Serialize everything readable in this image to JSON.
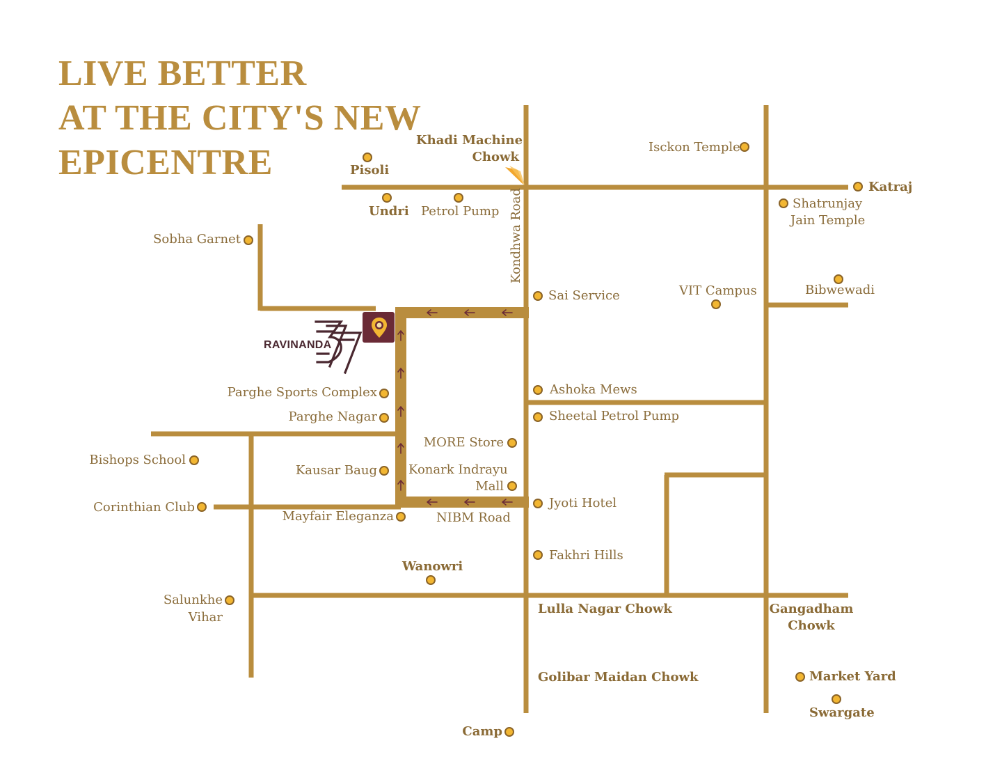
{
  "headline": [
    "LIVE BETTER",
    "AT THE CITY'S NEW",
    "EPICENTRE"
  ],
  "project": {
    "name": "RAVINANDA",
    "number": "37"
  },
  "colors": {
    "road": "#b98d3e",
    "route": "#b98d3e",
    "marker": "#f2b632",
    "marker_border": "#8a6327",
    "text": "#8a6c3a",
    "logo": "#6a2a36"
  },
  "icons": {
    "project_marker": "map-pin-icon",
    "landmark": "location-dot-icon",
    "route_arrow": "arrow-icon"
  },
  "roads": {
    "kondhwa": "Kondhwa Road",
    "nibm": "NIBM Road"
  },
  "places": {
    "pisoli": "Pisoli",
    "khadi": "Khadi Machine",
    "khadi2": "Chowk",
    "isckon": "Isckon Temple",
    "katraj": "Katraj",
    "undri": "Undri",
    "petrol": "Petrol Pump",
    "shatrunjay": "Shatrunjay",
    "shatrunjay2": "Jain Temple",
    "sobha": "Sobha Garnet",
    "sai": "Sai Service",
    "vit": "VIT Campus",
    "bibwewadi": "Bibwewadi",
    "parghe_sports": "Parghe Sports Complex",
    "parghe_nagar": "Parghe Nagar",
    "ashoka": "Ashoka Mews",
    "sheetal": "Sheetal Petrol Pump",
    "more": "MORE Store",
    "bishops": "Bishops School",
    "kausar": "Kausar Baug",
    "konark": "Konark Indrayu",
    "konark2": "Mall",
    "corinthian": "Corinthian Club",
    "jyoti": "Jyoti Hotel",
    "mayfair": "Mayfair Eleganza",
    "fakhri": "Fakhri Hills",
    "wanowri": "Wanowri",
    "salunkhe": "Salunkhe",
    "salunkhe2": "Vihar",
    "lulla": "Lulla Nagar Chowk",
    "gangadham": "Gangadham",
    "gangadham2": "Chowk",
    "golibar": "Golibar Maidan Chowk",
    "market": "Market Yard",
    "swargate": "Swargate",
    "camp": "Camp"
  }
}
